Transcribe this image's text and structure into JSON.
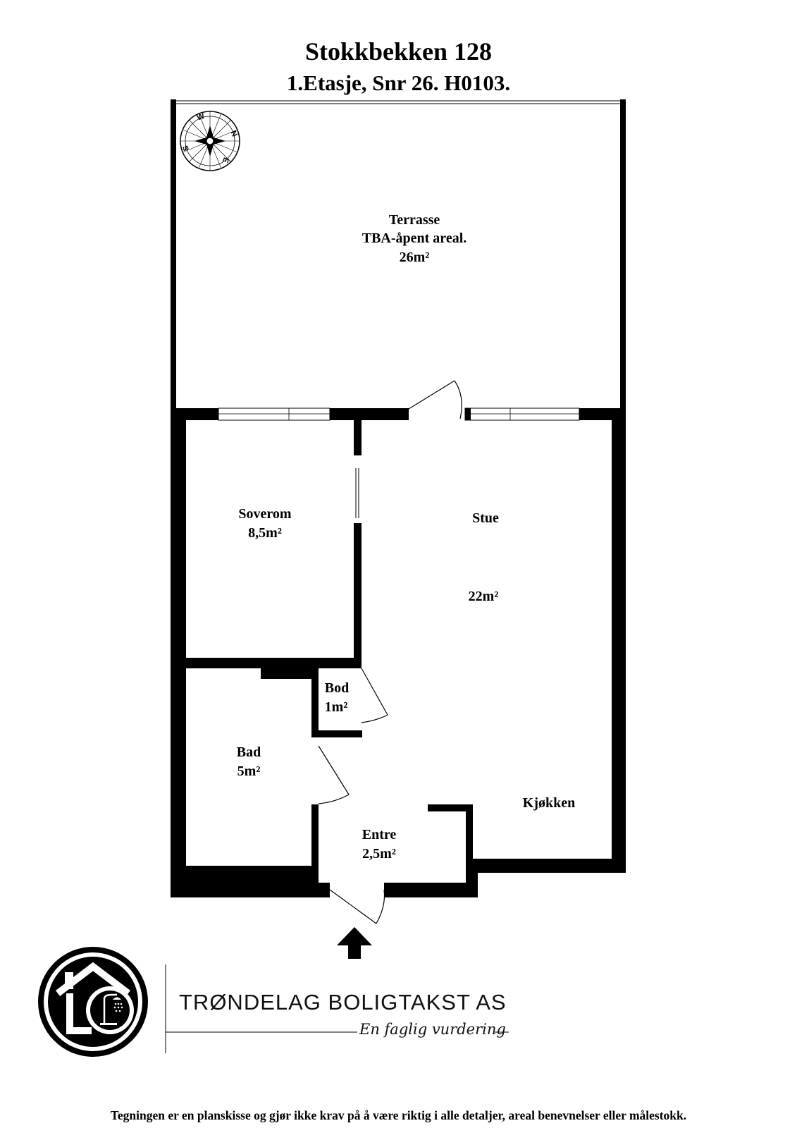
{
  "header": {
    "title": "Stokkbekken 128",
    "subtitle": "1.Etasje, Snr 26. H0103."
  },
  "rooms": {
    "terrasse": {
      "name": "Terrasse",
      "note": "TBA-åpent areal.",
      "area": "26m²"
    },
    "soverom": {
      "name": "Soverom",
      "area": "8,5m²"
    },
    "stue": {
      "name": "Stue",
      "area": "22m²"
    },
    "bod": {
      "name": "Bod",
      "area": "1m²"
    },
    "bad": {
      "name": "Bad",
      "area": "5m²"
    },
    "entre": {
      "name": "Entre",
      "area": "2,5m²"
    },
    "kjokken": {
      "name": "Kjøkken"
    }
  },
  "compass": {
    "w": "W",
    "n": "N",
    "e": "E",
    "s": "S"
  },
  "branding": {
    "company": "TRØNDELAG BOLIGTAKST AS",
    "tagline": "En faglig vurdering"
  },
  "footer": {
    "disclaimer": "Tegningen er en planskisse og gjør ikke krav på å være riktig i alle detaljer, areal benevnelser eller målestokk."
  },
  "colors": {
    "wall": "#000000",
    "background": "#ffffff"
  },
  "icons": [
    "compass-icon",
    "entrance-arrow-icon",
    "logo-house-icon",
    "logo-shower-icon"
  ]
}
